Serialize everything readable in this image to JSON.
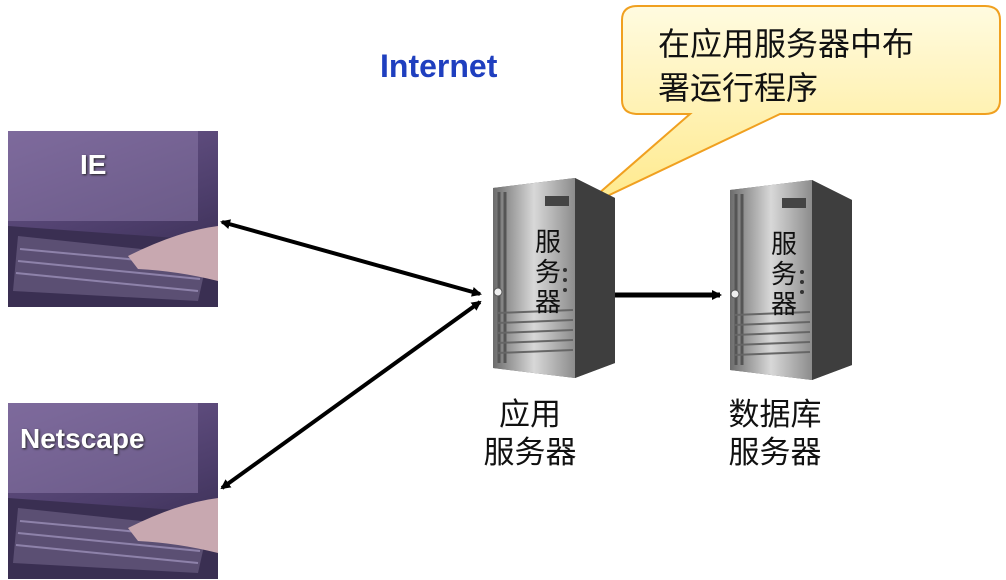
{
  "internet_label": "Internet",
  "clients": [
    {
      "label": "IE"
    },
    {
      "label": "Netscape"
    }
  ],
  "app_server": {
    "tower_text": [
      "服",
      "务",
      "器"
    ],
    "caption_lines": [
      "应用",
      "服务器"
    ]
  },
  "db_server": {
    "tower_text": [
      "服",
      "务",
      "器"
    ],
    "caption_lines": [
      "数据库",
      "服务器"
    ]
  },
  "callout": {
    "lines": [
      "在应用服务器中布",
      "署运行程序"
    ]
  },
  "colors": {
    "internet_text": "#1f3fbf",
    "callout_fill": "#fff3a6",
    "callout_border": "#f0a020"
  }
}
